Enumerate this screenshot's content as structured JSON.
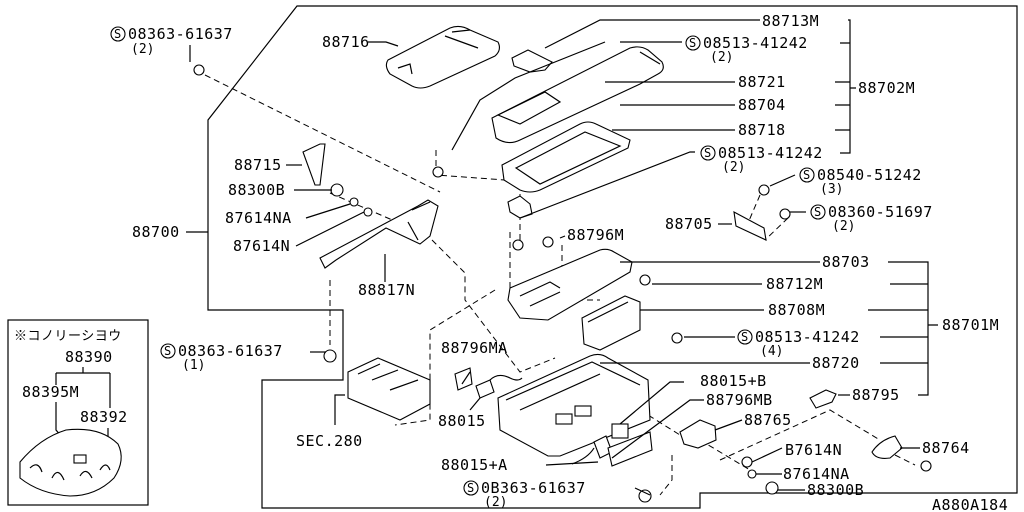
{
  "diagram": {
    "code": "A880A184",
    "standard_mark": "S",
    "parts": {
      "p88716": "88716",
      "p88713M": "88713M",
      "s08513_a": "08513-41242",
      "s08513_a_qty": "(2)",
      "p88721": "88721",
      "p88704": "88704",
      "p88718": "88718",
      "s08513_b": "08513-41242",
      "s08513_b_qty": "(2)",
      "p88702M": "88702M",
      "s08540": "08540-51242",
      "s08540_qty": "(3)",
      "p88705": "88705",
      "s08360": "08360-51697",
      "s08360_qty": "(2)",
      "p88796M": "88796M",
      "p88703": "88703",
      "p88712M": "88712M",
      "p88708M": "88708M",
      "s08513_c": "08513-41242",
      "s08513_c_qty": "(4)",
      "p88720": "88720",
      "p88701M": "88701M",
      "p88795": "88795",
      "p88015B": "88015+B",
      "p88796MB": "88796MB",
      "p88765": "88765",
      "p88764": "88764",
      "p87614N_r": "B7614N",
      "p87614NA_r": "87614NA",
      "p88300B_r": "88300B",
      "s08363_bot": "0B363-61637",
      "s08363_bot_qty": "(2)",
      "p88015A": "88015+A",
      "p88015": "88015",
      "p88796MA": "88796MA",
      "sec280": "SEC.280",
      "s08363_mid": "08363-61637",
      "s08363_mid_qty": "(1)",
      "p88700": "88700",
      "p88715": "88715",
      "p88300B_l": "88300B",
      "p87614NA_l": "87614NA",
      "p87614N_l": "87614N",
      "p88817N": "88817N",
      "s08363_top": "08363-61637",
      "s08363_top_qty": "(2)"
    },
    "inset": {
      "title": "※コノリーシヨウ",
      "p88390": "88390",
      "p88395M": "88395M",
      "p88392": "88392"
    }
  }
}
